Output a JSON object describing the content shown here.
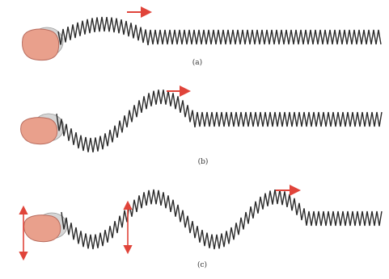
{
  "panels": [
    {
      "label": "(a)"
    },
    {
      "label": "(b)"
    },
    {
      "label": "(c)"
    }
  ],
  "colors": {
    "spring": "#2a2a2a",
    "arrow": "#e0443a",
    "hand": "#e9a08c",
    "hand_outline": "#b86c5e",
    "sleeve": "#c9c9c9",
    "background": "#ffffff"
  },
  "icons": {
    "hand": "hand-icon",
    "arrow": "arrow-icon"
  }
}
